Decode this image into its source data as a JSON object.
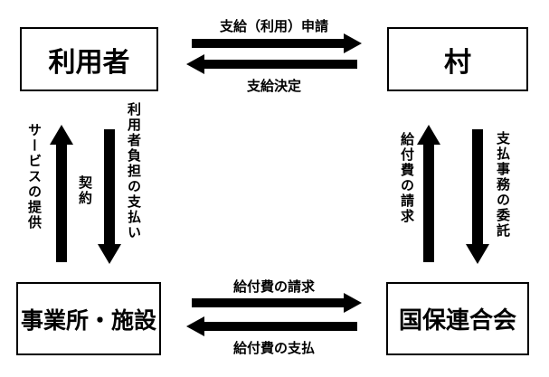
{
  "nodes": {
    "user": "利用者",
    "village": "村",
    "provider": "事業所・施設",
    "federation": "国保連合会"
  },
  "edges": {
    "apply": "支給（利用）申請",
    "decision": "支給決定",
    "copay": "利用者負担の支払い",
    "service": "サービスの提供",
    "contract": "契約",
    "claim_to_village": "給付費の請求",
    "delegate": "支払事務の委託",
    "claim_to_federation": "給付費の請求",
    "payment": "給付費の支払"
  },
  "colors": {
    "arrow": "#000000",
    "border": "#000000"
  }
}
